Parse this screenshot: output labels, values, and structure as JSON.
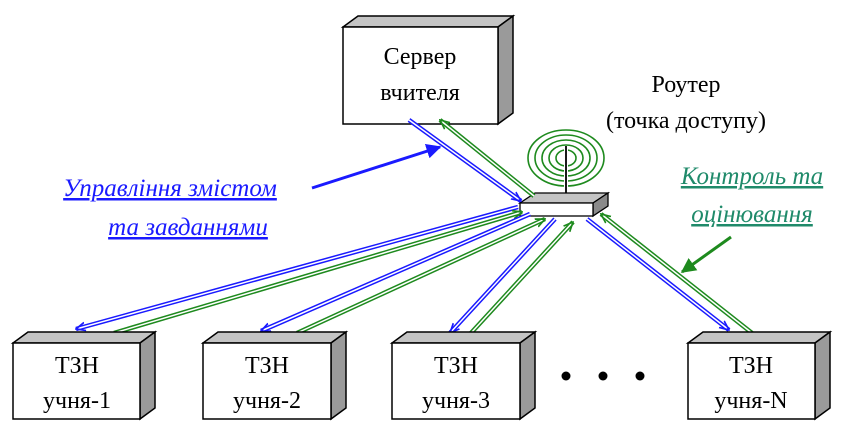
{
  "server": {
    "line1": "Сервер",
    "line2": "вчителя"
  },
  "router": {
    "line1": "Роутер",
    "line2": "(точка доступу)"
  },
  "left_label": {
    "line1": "Управління змістом",
    "line2": "та завданнями",
    "color": "#1a1aff"
  },
  "right_label": {
    "line1": "Контроль та",
    "line2": "оцінювання",
    "color": "#1f8a6a"
  },
  "students": [
    {
      "line1": "ТЗН",
      "line2": "учня-1"
    },
    {
      "line1": "ТЗН",
      "line2": "учня-2"
    },
    {
      "line1": "ТЗН",
      "line2": "учня-3"
    },
    {
      "line1": "ТЗН",
      "line2": "учня-N"
    }
  ],
  "colors": {
    "blue": "#1a1aff",
    "green": "#1e8a1e",
    "box_side": "#9a9a9a",
    "box_top": "#c4c4c4"
  }
}
